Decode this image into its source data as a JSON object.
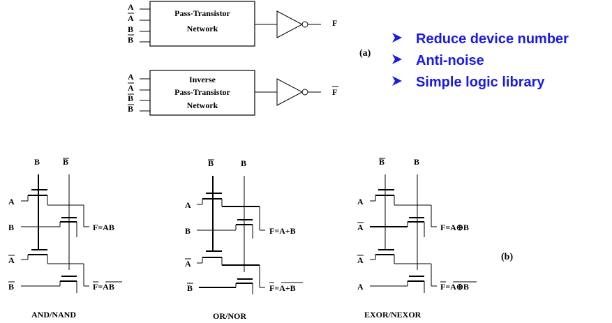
{
  "top": {
    "blocks": [
      {
        "box_lines": [
          "Pass-Transistor",
          "Network"
        ],
        "inputs": [
          "A",
          "A",
          "B",
          "B"
        ],
        "inputs_overlined": [
          false,
          true,
          false,
          true
        ],
        "output": "F",
        "output_overlined": false
      },
      {
        "box_lines": [
          "Inverse",
          "Pass-Transistor",
          "Network"
        ],
        "inputs": [
          "A",
          "A",
          "B",
          "B"
        ],
        "inputs_overlined": [
          false,
          true,
          true,
          true
        ],
        "output": "F",
        "output_overlined": true
      }
    ],
    "label": "(a)",
    "bullets": [
      "Reduce device number",
      "Anti-noise",
      "Simple logic library"
    ],
    "bullet_color": "#1a1ae6"
  },
  "bottom": {
    "label": "(b)",
    "circuits": [
      {
        "caption": "AND/NAND",
        "top_labels": [
          "B",
          "B"
        ],
        "top_overlined": [
          false,
          true
        ],
        "inputs": [
          "A",
          "B",
          "A",
          "B"
        ],
        "inputs_overlined": [
          false,
          false,
          true,
          true
        ],
        "out1": "F=AB",
        "out2": "F=AB"
      },
      {
        "caption": "OR/NOR",
        "top_labels": [
          "B",
          "B"
        ],
        "top_overlined": [
          true,
          false
        ],
        "inputs": [
          "A",
          "B",
          "A",
          "B"
        ],
        "inputs_overlined": [
          false,
          false,
          true,
          true
        ],
        "out1": "F=A+B",
        "out2": "F=A+B"
      },
      {
        "caption": "EXOR/NEXOR",
        "top_labels": [
          "B",
          "B"
        ],
        "top_overlined": [
          true,
          false
        ],
        "inputs": [
          "A",
          "A",
          "A",
          "A"
        ],
        "inputs_overlined": [
          false,
          true,
          true,
          false
        ],
        "out1": "F=A⊕B",
        "out2": "F=A⊕B"
      }
    ]
  }
}
